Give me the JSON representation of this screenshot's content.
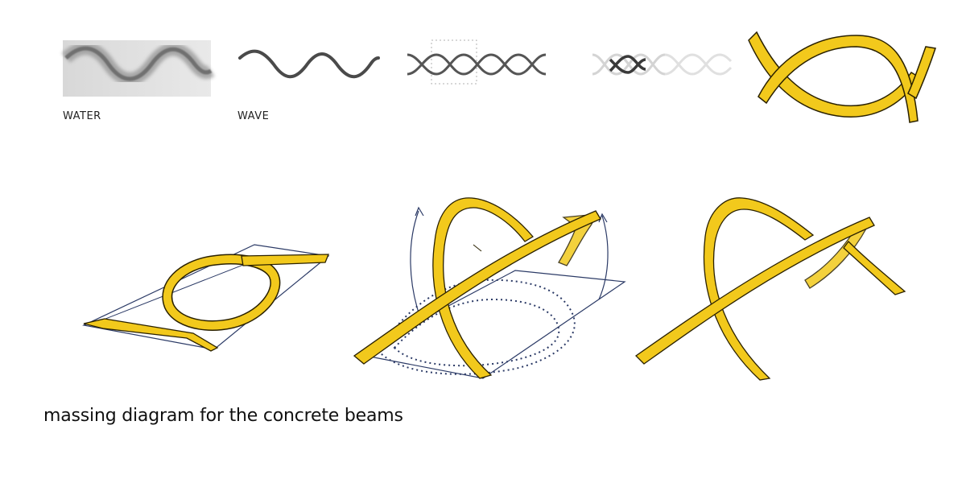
{
  "labels": {
    "water": "WATER",
    "wave": "WAVE"
  },
  "caption": "massing diagram for the concrete beams",
  "colors": {
    "beam_yellow": "#f2c91c",
    "beam_outline": "#2a2100",
    "sketch_line": "#2b3a66",
    "wave_grey": "#555555"
  }
}
